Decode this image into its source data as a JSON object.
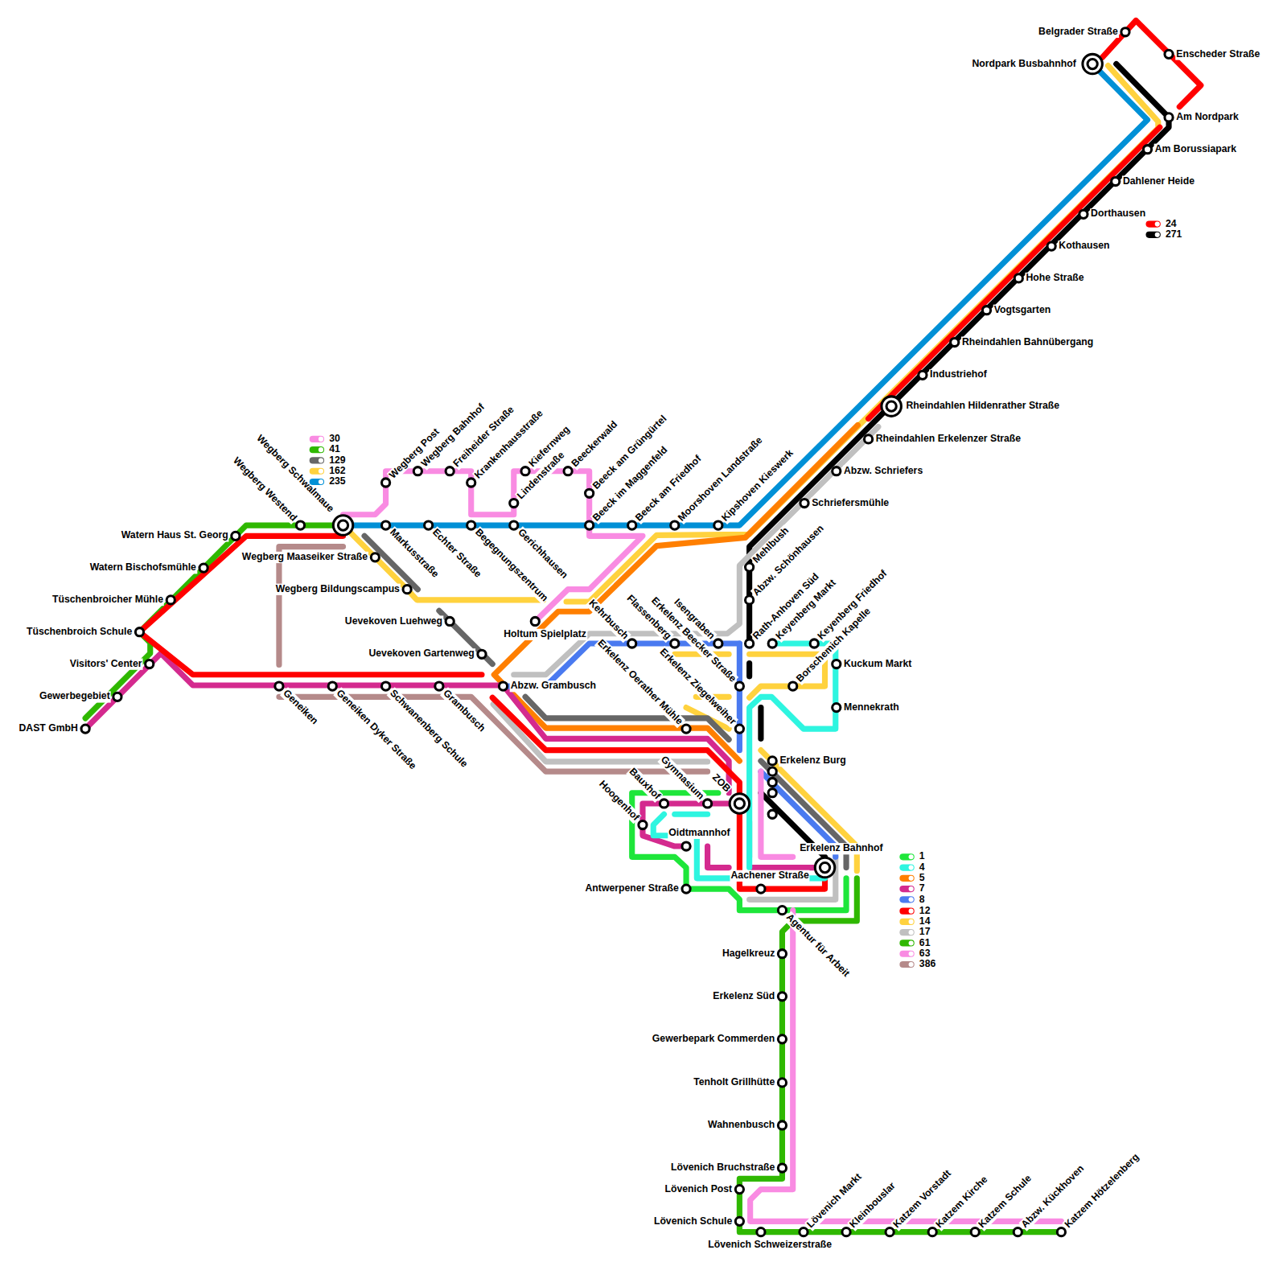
{
  "diagram": {
    "labels": [
      "Belgrader Straße",
      "Nordpark Busbahnhof",
      "Enscheder Straße",
      "Am Nordpark",
      "Am Borussiapark",
      "Dahlener Heide",
      "Dorthausen",
      "Kothausen",
      "Hohe Straße",
      "Vogtsgarten",
      "Rheindahlen Bahnübergang",
      "Industriehof",
      "Rheindahlen Hildenrather Straße",
      "Rheindahlen Erkelenzer Straße",
      "Abzw. Schriefers",
      "Schriefersmühle",
      "Mehlbush",
      "Abzw. Schönhausen",
      "Rath-Anhoven Süd",
      "Keyenberg Markt",
      "Keyenberg Friedhof",
      "Borschemich Kapelle",
      "Kuckum Markt",
      "Mennekrath",
      "Watern Haus St. Georg",
      "Watern Bischofsmühle",
      "Tüschenbroicher Mühle",
      "Tüschenbroich Schule",
      "Visitors' Center",
      "Gewerbegebiet",
      "DAST GmbH",
      "Wegberg Westend",
      "Wegberg Schwalmaue",
      "Wegberg Post",
      "Wegberg Bahnhof",
      "Freiheider Straße",
      "Krankenhausstraße",
      "Kiefernweg",
      "Lindenstraße",
      "Beeckerwald",
      "Beeck am Grüngürtel",
      "Beeck im Maggenfeld",
      "Beeck am Friedhof",
      "Moorshoven Landstraße",
      "Kipshoven Kieswerk",
      "Markusstraße",
      "Echter Straße",
      "Begegnungszentrum",
      "Gerichhausen",
      "Wegberg Maaseiker Straße",
      "Wegberg Bildungscampus",
      "Uevekoven Luehweg",
      "Uevekoven Gartenweg",
      "Holtum Spielplatz",
      "Abzw. Grambusch",
      "Geneiken",
      "Geneiken Dyker Straße",
      "Schwanenberg Schule",
      "Grambusch",
      "Kehrbusch",
      "Flassenberg",
      "Isengraben",
      "Erkelenz Beecker Straße",
      "Erkelenz Ziegelweiher",
      "Erkelenz Oerather Mühle",
      "Gymnasium",
      "ZOB",
      "Bauxhof",
      "Hoogenhof",
      "Oidtmannhof",
      "Antwerpener Straße",
      "Aachener Straße",
      "Erkelenz Burg",
      "Erkelenz Bahnhof",
      "Agentur für Arbeit",
      "Hagelkreuz",
      "Erkelenz Süd",
      "Gewerbepark Commerden",
      "Tenholt Grillhütte",
      "Wahnenbusch",
      "Lövenich Bruchstraße",
      "Lövenich Post",
      "Lövenich Schule",
      "Lövenich Schweizerstraße",
      "Lövenich Markt",
      "Kleinbouslar",
      "Katzem Vorstadt",
      "Katzem Kirche",
      "Katzem Schule",
      "Abzw. Kückhoven",
      "Katzem Hötzelenberg"
    ],
    "legend": [
      {
        "text": "30",
        "color": "#f98be2"
      },
      {
        "text": "41",
        "color": "#2fb800"
      },
      {
        "text": "129",
        "color": "#666666"
      },
      {
        "text": "162",
        "color": "#ffd23e"
      },
      {
        "text": "235",
        "color": "#0090d6"
      },
      {
        "text": "24",
        "color": "#ff0000"
      },
      {
        "text": "271",
        "color": "#000000"
      },
      {
        "text": "1",
        "color": "#1ee63a"
      },
      {
        "text": "4",
        "color": "#2ef5e0"
      },
      {
        "text": "5",
        "color": "#ff7f00"
      },
      {
        "text": "7",
        "color": "#d42a8e"
      },
      {
        "text": "8",
        "color": "#4a7af0"
      },
      {
        "text": "12",
        "color": "#ff0000"
      },
      {
        "text": "14",
        "color": "#ffd23e"
      },
      {
        "text": "17",
        "color": "#c0c0c0"
      },
      {
        "text": "61",
        "color": "#2fb800"
      },
      {
        "text": "63",
        "color": "#f98be2"
      },
      {
        "text": "386",
        "color": "#b58a8a"
      }
    ]
  }
}
